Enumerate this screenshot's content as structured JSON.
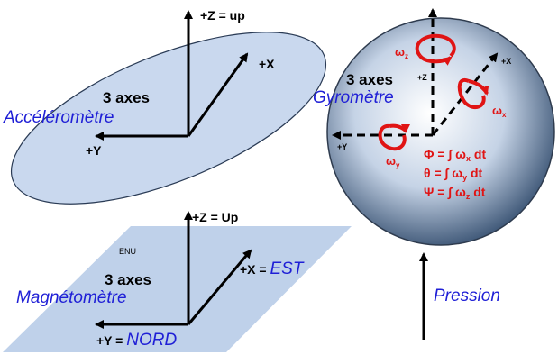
{
  "colors": {
    "accent_blue": "#1f1fd6",
    "gyro_red": "#e01414",
    "ellipse_fill": "#c9d8ee",
    "plane_fill": "#bfd1ea",
    "sphere_edge": "#2e3b4e"
  },
  "accelerometer": {
    "name": "Accéléromètre",
    "axes": "3 axes",
    "z_label": "+Z = up",
    "x_label": "+X",
    "y_label": "+Y"
  },
  "magnetometer": {
    "name": "Magnétomètre",
    "axes": "3 axes",
    "frame": "ENU",
    "z_label": "+Z = Up",
    "x_prefix": "+X = ",
    "x_word": "EST",
    "y_prefix": "+Y = ",
    "y_word": "NORD"
  },
  "gyrometer": {
    "name": "Gyromètre",
    "axes": "3 axes",
    "z_label": "+Z",
    "x_label": "+X",
    "y_label": "+Y",
    "omega": "ω",
    "sub_x": "x",
    "sub_y": "y",
    "sub_z": "z",
    "equations": {
      "phi": "Φ = ∫ ω",
      "theta": "θ = ∫ ω",
      "psi": "Ψ = ∫ ω",
      "dt": " dt"
    }
  },
  "pressure": {
    "name": "Pression"
  }
}
